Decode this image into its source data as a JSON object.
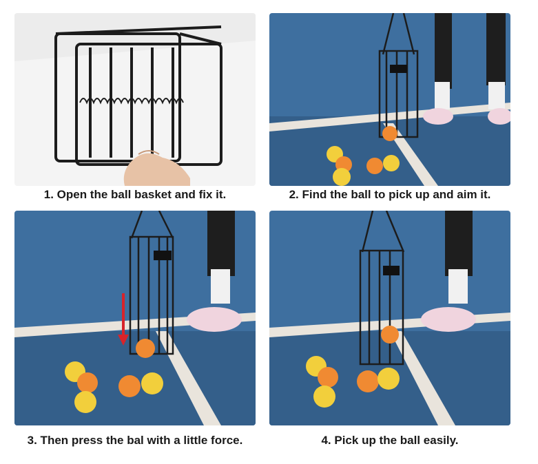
{
  "steps": [
    {
      "caption": "1. Open the ball basket and fix it."
    },
    {
      "caption": "2. Find the ball to pick up and aim it."
    },
    {
      "caption": "3. Then press the bal with a little force."
    },
    {
      "caption": "4. Pick up the ball easily."
    }
  ],
  "colors": {
    "court_blue": "#3e6f9f",
    "court_line": "#e9e4dc",
    "ball_orange": "#f08a32",
    "ball_yellow": "#f2cf3c",
    "basket_black": "#1c1c1c",
    "arrow_red": "#d8232a"
  }
}
